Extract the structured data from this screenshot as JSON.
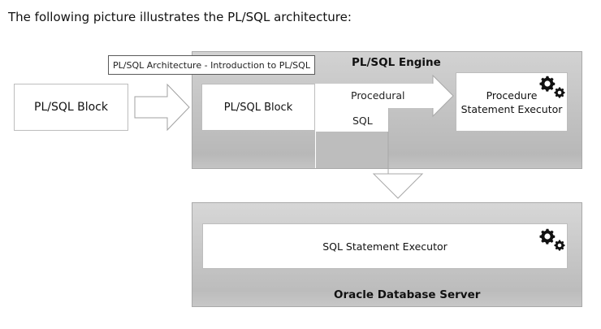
{
  "intro_text": "The following picture illustrates the PL/SQL architecture:",
  "caption": "PL/SQL Architecture - Introduction to PL/SQL",
  "engine": {
    "title": "PL/SQL Engine",
    "inner_block": "PL/SQL Block",
    "procedure_executor_line1": "Procedure",
    "procedure_executor_line2": "Statement Executor",
    "procedural_label": "Procedural",
    "sql_label": "SQL"
  },
  "outer_block": "PL/SQL Block",
  "server": {
    "title": "Oracle Database Server",
    "sql_executor": "SQL Statement Executor"
  },
  "colors": {
    "panel_gray": "#c4c4c4",
    "box_white": "#ffffff",
    "arrow_outline": "#a0a0a0",
    "gear_black": "#111111"
  },
  "icons": [
    "gears-icon",
    "gears-icon"
  ]
}
